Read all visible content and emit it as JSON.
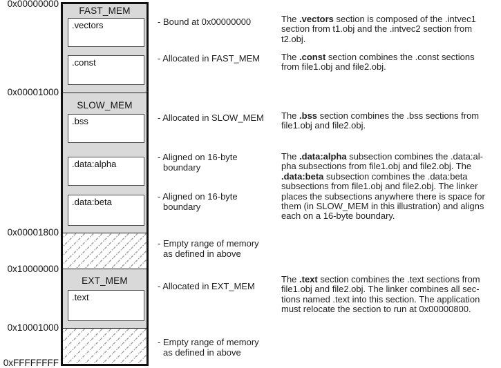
{
  "map": {
    "addresses": [
      "0x00000000",
      "0x00001000",
      "0x00001800",
      "0x10000000",
      "0x10001000",
      "0xFFFFFFFF"
    ],
    "regions": [
      {
        "name": "FAST_MEM",
        "sections": [
          ".vectors",
          ".const"
        ]
      },
      {
        "name": "SLOW_MEM",
        "sections": [
          ".bss",
          ".data:alpha",
          ".data:beta"
        ]
      },
      {
        "name": "EXT_MEM",
        "sections": [
          ".text"
        ]
      }
    ]
  },
  "notes": [
    {
      "lines": [
        "- Bound at 0x00000000"
      ]
    },
    {
      "lines": [
        "- Allocated in FAST_MEM"
      ]
    },
    {
      "lines": [
        "- Allocated in SLOW_MEM"
      ]
    },
    {
      "lines": [
        "- Aligned on 16-byte",
        "boundary"
      ]
    },
    {
      "lines": [
        "- Aligned on 16-byte",
        "boundary"
      ]
    },
    {
      "lines": [
        "- Empty range of memory",
        "as defined in above"
      ]
    },
    {
      "lines": [
        "- Allocated in EXT_MEM"
      ]
    },
    {
      "lines": [
        "- Empty range of memory",
        "as defined in above"
      ]
    }
  ],
  "paragraphs": [
    {
      "lines": [
        "The **.vectors** section is composed of the .intvec1",
        "section from t1.obj and the .intvec2 section from",
        "t2.obj."
      ]
    },
    {
      "lines": [
        "The **.const** section combines the .const sections",
        "from file1.obj and file2.obj."
      ]
    },
    {
      "lines": [
        "The **.bss** section combines the .bss sections from",
        "file1.obj and file2.obj."
      ]
    },
    {
      "lines": [
        "The **.data:alpha** subsection combines the .data:al-",
        "pha subsections from file1.obj and file2.obj. The",
        "**.data:beta** subsection combines the .data:beta",
        "subsections from file1.obj and file2.obj. The linker",
        "places the subsections anywhere there is space for",
        "them (in SLOW_MEM in this illustration) and aligns",
        "each on a 16-byte boundary."
      ]
    },
    {
      "lines": [
        "The **.text** section combines the .text sections from",
        "file1.obj and file2.obj. The linker combines all sec-",
        "tions named .text into this section. The application",
        "must relocate the section to run at 0x00000800."
      ]
    }
  ],
  "colors": {
    "region_fill": "#d9d9d9",
    "section_fill": "#ffffff",
    "outline": "#111111",
    "hatch_line": "#8f8f8f",
    "text": "#1f1f1f"
  }
}
